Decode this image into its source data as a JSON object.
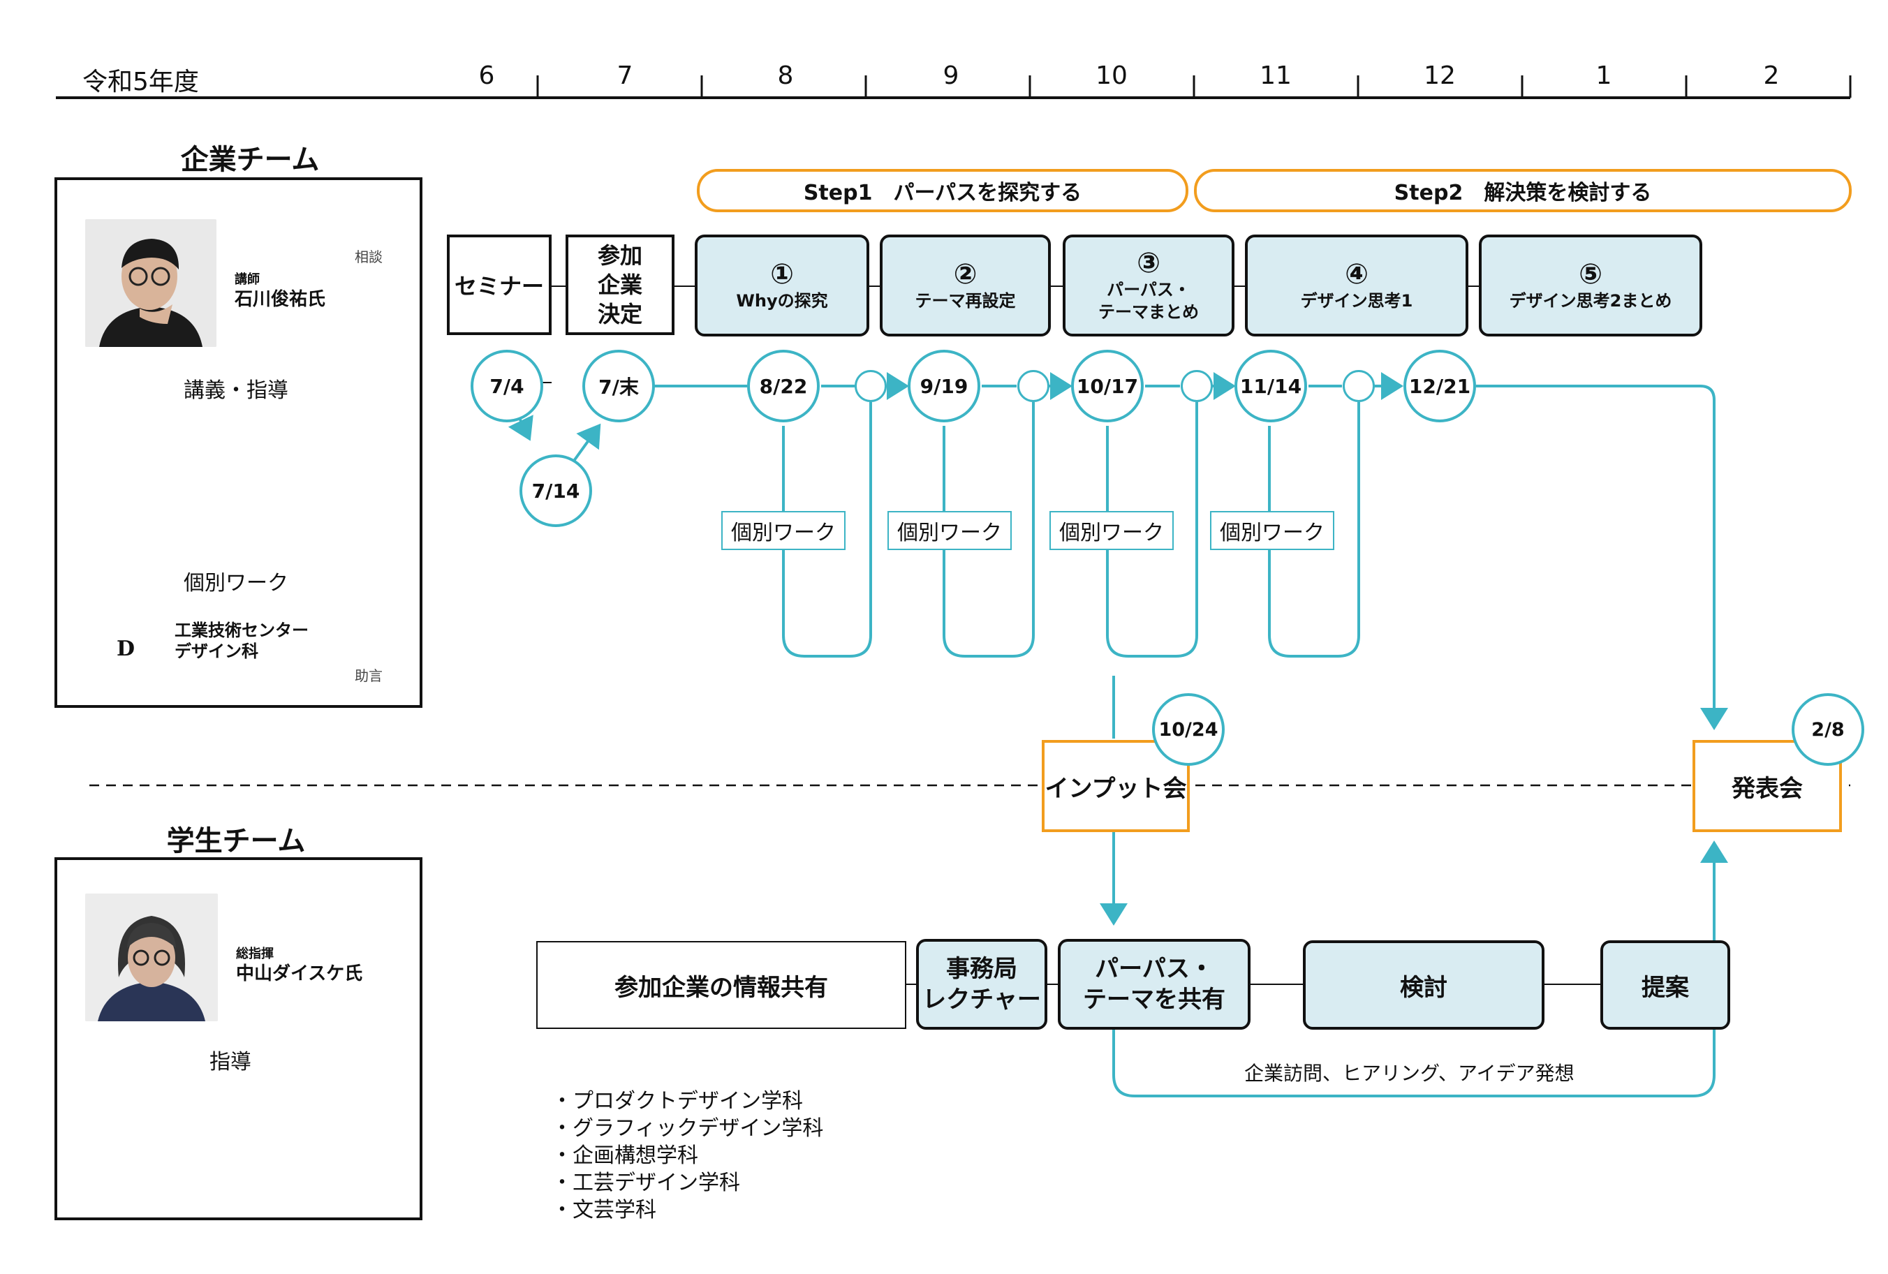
{
  "timeline": {
    "year_label": "令和5年度",
    "months": [
      "6",
      "7",
      "8",
      "9",
      "10",
      "11",
      "12",
      "1",
      "2"
    ]
  },
  "company_team": {
    "title": "企業チーム",
    "lecturer_role": "講師",
    "lecturer_name": "石川俊祐氏",
    "divider_1": "講義・指導",
    "divider_2": "個別ワーク",
    "consult_label": "相談",
    "advice_label": "助言",
    "org_logo_letter": "D",
    "org_line1": "工業技術センター",
    "org_line2": "デザイン科"
  },
  "student_team": {
    "title": "学生チーム",
    "director_role": "総指揮",
    "director_name": "中山ダイスケ氏",
    "divider": "指導"
  },
  "phases": [
    {
      "label": "Step1　パーパスを探究する"
    },
    {
      "label": "Step2　解決策を検討する"
    }
  ],
  "company_flow": {
    "seminar": "セミナー",
    "decision_l1": "参加",
    "decision_l2": "企業",
    "decision_l3": "決定",
    "steps": [
      {
        "num": "①",
        "line1": "Whyの探究",
        "line2": ""
      },
      {
        "num": "②",
        "line1": "テーマ再設定",
        "line2": ""
      },
      {
        "num": "③",
        "line1": "パーパス・",
        "line2": "テーマまとめ"
      },
      {
        "num": "④",
        "line1": "デザイン思考1",
        "line2": ""
      },
      {
        "num": "⑤",
        "line1": "デザイン思考2まとめ",
        "line2": ""
      }
    ],
    "dates": [
      "7/4",
      "7/末",
      "7/14",
      "8/22",
      "9/19",
      "10/17",
      "11/14",
      "12/21"
    ],
    "individual_work": "個別ワーク"
  },
  "events": {
    "input_date": "10/24",
    "input_label": "インプット会",
    "final_date": "2/8",
    "final_label": "発表会"
  },
  "student_flow": {
    "info_share": "参加企業の情報共有",
    "lecture_l1": "事務局",
    "lecture_l2": "レクチャー",
    "share_l1": "パーパス・",
    "share_l2": "テーマを共有",
    "review": "検討",
    "proposal": "提案",
    "activity_caption": "企業訪問、ヒアリング、アイデア発想"
  },
  "departments": [
    "・プロダクトデザイン学科",
    "・グラフィックデザイン学科",
    "・企画構想学科",
    "・工芸デザイン学科",
    "・文芸学科"
  ],
  "colors": {
    "teal": "#3cb4c5",
    "orange": "#f29d1e",
    "step_fill": "#d9ecf2",
    "student_figure": "#fbefc7",
    "company_figure": "#e3e3e3"
  }
}
